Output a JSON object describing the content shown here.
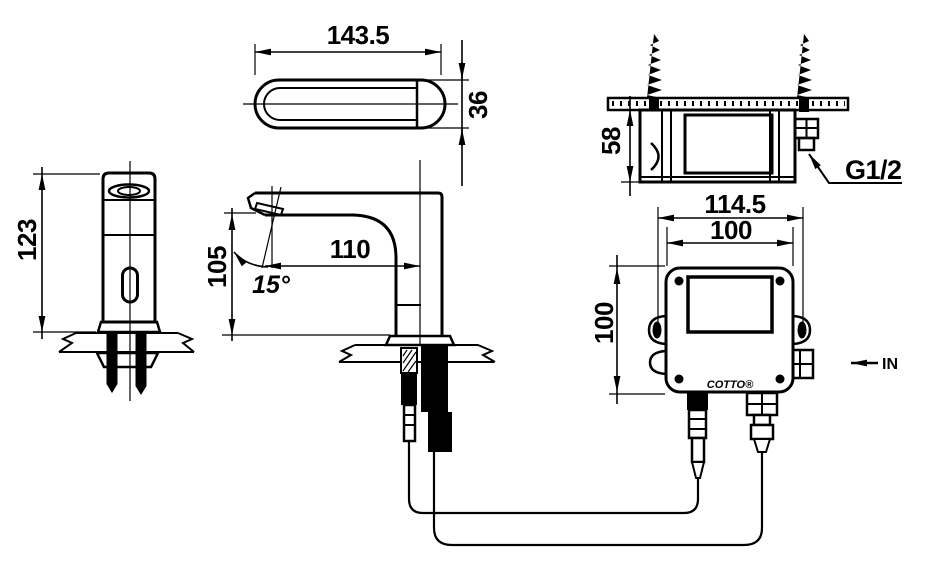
{
  "drawing": {
    "dimensions": {
      "spout_length": "143.5",
      "spout_depth": "36",
      "faucet_height": "123",
      "spout_height": "105",
      "spout_reach": "110",
      "spout_angle": "15°",
      "control_box_depth": "58",
      "inlet_thread": "G1/2",
      "control_box_width_outer": "114.5",
      "control_box_width_inner": "100",
      "control_box_height": "100",
      "inlet_port": "IN",
      "brand_mark": "COTTO®"
    },
    "colors": {
      "line": "#000000",
      "background": "#ffffff"
    }
  }
}
